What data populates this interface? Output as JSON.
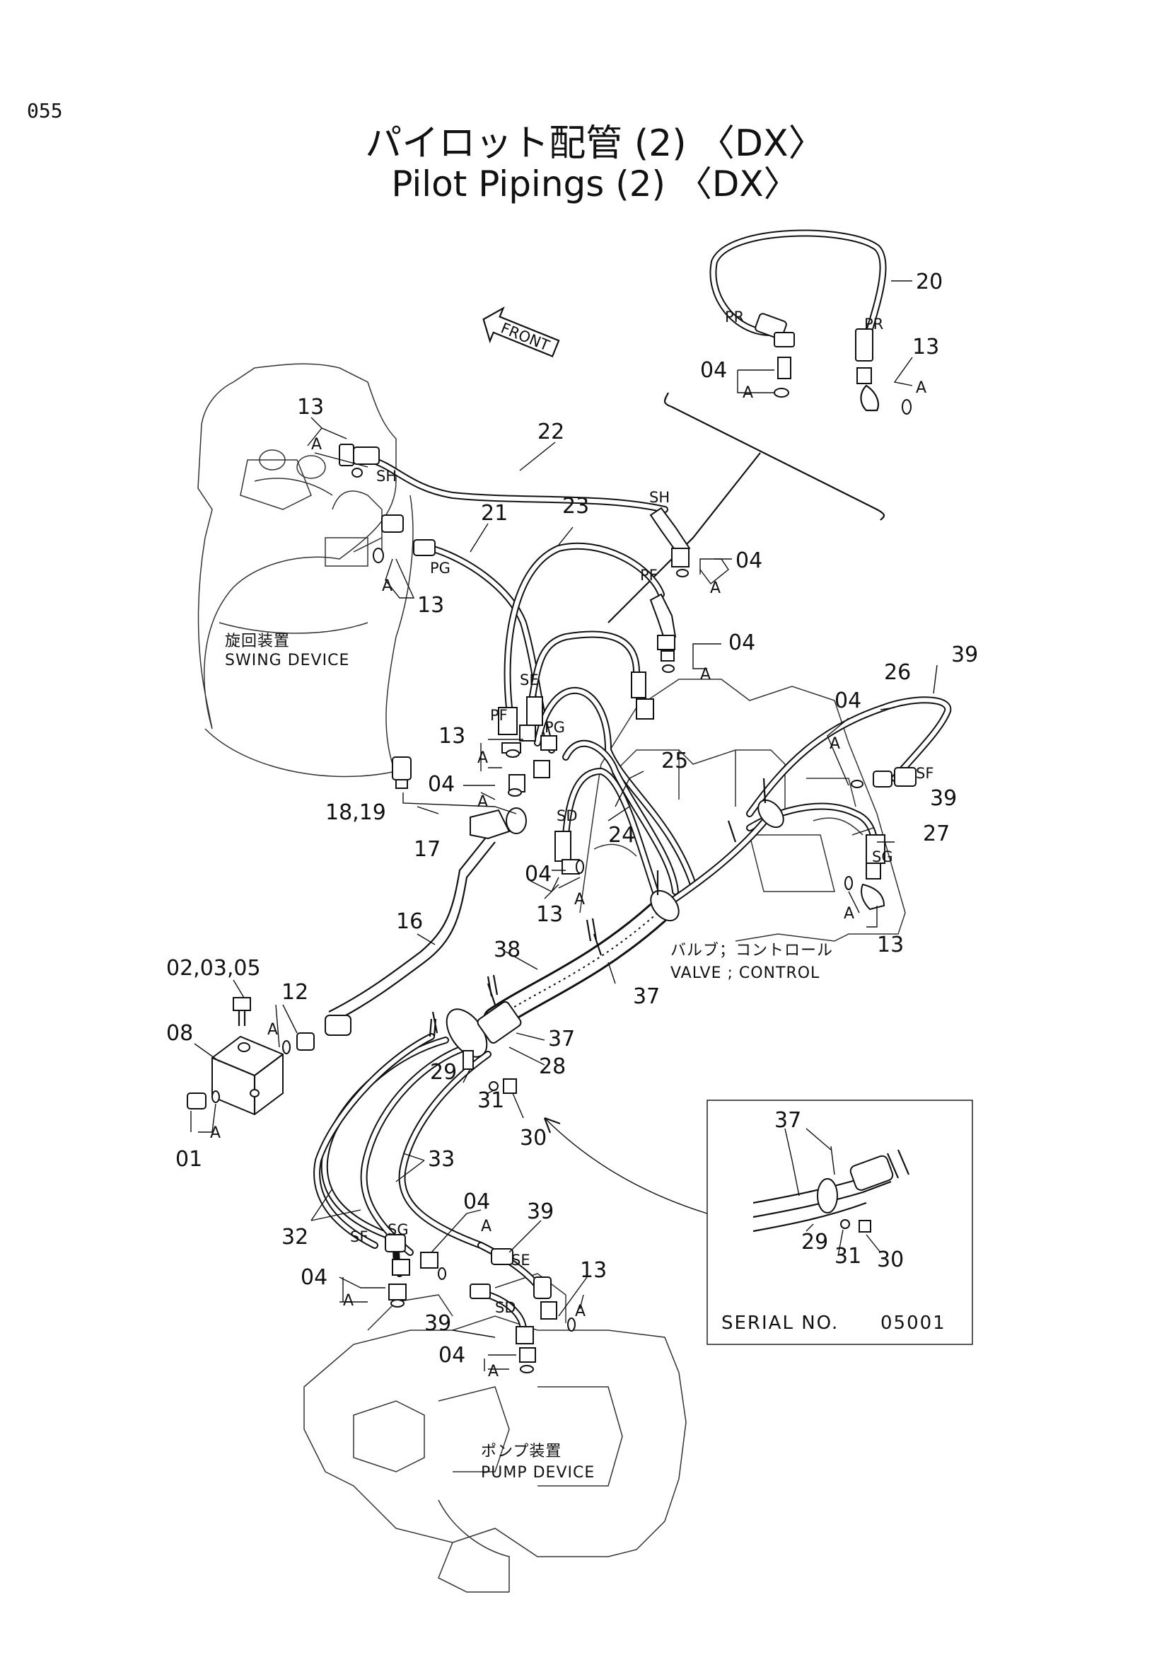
{
  "page_number": "055",
  "title_jp": "パイロット配管 (2) 〈DX〉",
  "title_en": "Pilot Pipings (2) 〈DX〉",
  "front_label": "FRONT",
  "devices": {
    "swing_jp": "旋回装置",
    "swing_en": "SWING DEVICE",
    "valve_jp": "バルブ；コントロール",
    "valve_en": "VALVE ; CONTROL",
    "pump_jp": "ポンプ装置",
    "pump_en": "PUMP DEVICE"
  },
  "serial": {
    "label": "SERIAL  NO.",
    "number": "05001"
  },
  "callouts": {
    "p20": "20",
    "p04_top": "04",
    "p13_top": "13",
    "p13_a": "13",
    "p22": "22",
    "p21": "21",
    "p23": "23",
    "p13_b": "13",
    "p04_a": "04",
    "p04_b": "04",
    "p26": "26",
    "p39_a": "39",
    "p13_c": "13",
    "p04_c": "04",
    "p18_19": "18,19",
    "p25": "25",
    "p04_d": "04",
    "p39_b": "39",
    "p27": "27",
    "p17": "17",
    "p24": "24",
    "p04_e": "04",
    "p13_d": "13",
    "p13_e": "13",
    "p16": "16",
    "p38": "38",
    "p37_a": "37",
    "p02_03_05": "02,03,05",
    "p12": "12",
    "p08": "08",
    "p37_b": "37",
    "p28": "28",
    "p29": "29",
    "p31": "31",
    "p30": "30",
    "p01": "01",
    "p33": "33",
    "p04_f": "04",
    "p39_c": "39",
    "p32": "32",
    "p04_g": "04",
    "p13_f": "13",
    "p39_d": "39",
    "p04_h": "04",
    "inset_37": "37",
    "inset_29": "29",
    "inset_31": "31",
    "inset_30": "30"
  },
  "ports": {
    "pr_l": "PR",
    "pr_r": "PR",
    "sh_1": "SH",
    "sh_2": "SH",
    "pg_1": "PG",
    "pf_1": "PF",
    "se_1": "SE",
    "pf_2": "PF",
    "pg_2": "PG",
    "sd_1": "SD",
    "sf_1": "SF",
    "sg_1": "SG",
    "sf_2": "SF",
    "sg_2": "SG",
    "se_2": "SE",
    "sd_2": "SD"
  },
  "a_marks": {
    "a_top_l": "A",
    "a_top_r": "A",
    "a1": "A",
    "a2": "A",
    "a3": "A",
    "a4": "A",
    "a5": "A",
    "a6": "A",
    "a7": "A",
    "a8": "A",
    "a9": "A",
    "a10": "A",
    "a11": "A",
    "a12": "A",
    "a13": "A",
    "a14": "A",
    "a15": "A",
    "a16": "A",
    "a17": "A",
    "a18": "A"
  }
}
